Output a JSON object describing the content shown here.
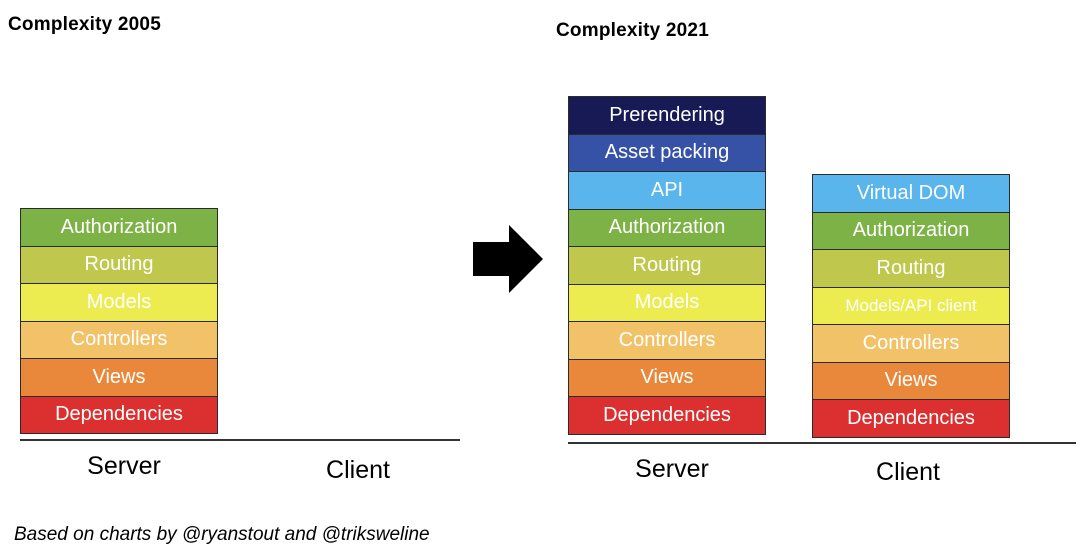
{
  "left": {
    "title": "Complexity 2005",
    "server_label": "Server",
    "client_label": "Client",
    "server_stack": [
      {
        "label": "Authorization",
        "color": "#7db346"
      },
      {
        "label": "Routing",
        "color": "#bfc74c"
      },
      {
        "label": "Models",
        "color": "#ecec50"
      },
      {
        "label": "Controllers",
        "color": "#f1c268"
      },
      {
        "label": "Views",
        "color": "#e9883a"
      },
      {
        "label": "Dependencies",
        "color": "#dc3030"
      }
    ]
  },
  "right": {
    "title": "Complexity 2021",
    "server_label": "Server",
    "client_label": "Client",
    "server_stack": [
      {
        "label": "Prerendering",
        "color": "#171a55"
      },
      {
        "label": "Asset packing",
        "color": "#3652a6"
      },
      {
        "label": "API",
        "color": "#5ab5ec"
      },
      {
        "label": "Authorization",
        "color": "#7db346"
      },
      {
        "label": "Routing",
        "color": "#bfc74c"
      },
      {
        "label": "Models",
        "color": "#ecec50"
      },
      {
        "label": "Controllers",
        "color": "#f1c268"
      },
      {
        "label": "Views",
        "color": "#e9883a"
      },
      {
        "label": "Dependencies",
        "color": "#dc3030"
      }
    ],
    "client_stack": [
      {
        "label": "Virtual DOM",
        "color": "#5ab5ec"
      },
      {
        "label": "Authorization",
        "color": "#7db346"
      },
      {
        "label": "Routing",
        "color": "#bfc74c"
      },
      {
        "label": "Models/API client",
        "color": "#ecec50",
        "small": true
      },
      {
        "label": "Controllers",
        "color": "#f1c268"
      },
      {
        "label": "Views",
        "color": "#e9883a"
      },
      {
        "label": "Dependencies",
        "color": "#dc3030"
      }
    ]
  },
  "arrow_icon": "right-arrow-icon",
  "footer": "Based on charts by @ryanstout and @triksweline"
}
